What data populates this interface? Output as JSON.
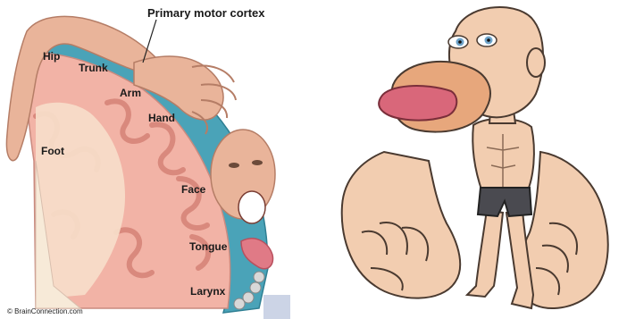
{
  "homunculus_diagram": {
    "title": "Primary motor cortex",
    "labels": {
      "hip": "Hip",
      "trunk": "Trunk",
      "arm": "Arm",
      "hand": "Hand",
      "foot": "Foot",
      "face": "Face",
      "tongue": "Tongue",
      "larynx": "Larynx"
    },
    "credit": "© BrainConnection.com",
    "colors": {
      "cortex_blue": "#4aa3b8",
      "brain_pink": "#f2b3a6",
      "brain_inner": "#f7dcc8",
      "skin": "#e9b49a"
    }
  },
  "homunculus_figure": {
    "colors": {
      "skin": "#f2cdb0",
      "lips": "#e7a77c",
      "tongue": "#d9677a",
      "shorts": "#4a4a50",
      "eyes": "#6ea3c9"
    }
  }
}
